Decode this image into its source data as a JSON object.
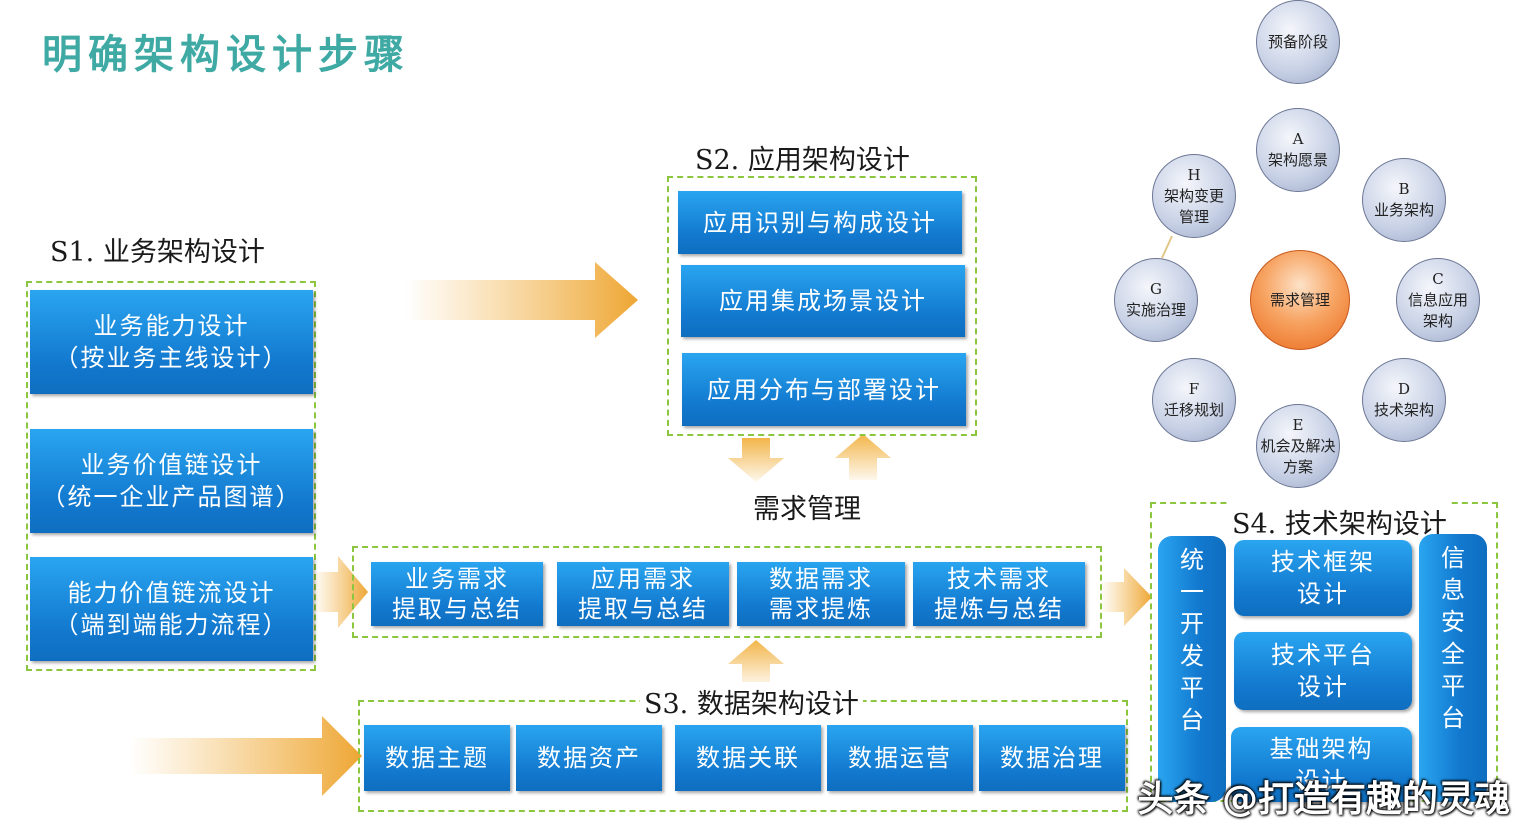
{
  "title": "明确架构设计步骤",
  "s1": {
    "title": "S1. 业务架构设计",
    "boxes": [
      {
        "line1": "业务能力设计",
        "line2": "（按业务主线设计）"
      },
      {
        "line1": "业务价值链设计",
        "line2": "（统一企业产品图谱）"
      },
      {
        "line1": "能力价值链流设计",
        "line2": "（端到端能力流程）"
      }
    ]
  },
  "s2": {
    "title": "S2. 应用架构设计",
    "boxes": [
      "应用识别与构成设计",
      "应用集成场景设计",
      "应用分布与部署设计"
    ]
  },
  "req": {
    "title": "需求管理",
    "boxes": [
      {
        "line1": "业务需求",
        "line2": "提取与总结"
      },
      {
        "line1": "应用需求",
        "line2": "提取与总结"
      },
      {
        "line1": "数据需求",
        "line2": "需求提炼"
      },
      {
        "line1": "技术需求",
        "line2": "提炼与总结"
      }
    ]
  },
  "s3": {
    "title": "S3. 数据架构设计",
    "boxes": [
      "数据主题",
      "数据资产",
      "数据关联",
      "数据运营",
      "数据治理"
    ]
  },
  "s4": {
    "title": "S4. 技术架构设计",
    "left_col": [
      "统",
      "一",
      "开",
      "发",
      "平",
      "台"
    ],
    "right_col": [
      "信",
      "息",
      "安",
      "全",
      "平",
      "台"
    ],
    "boxes": [
      {
        "line1": "技术框架",
        "line2": "设计"
      },
      {
        "line1": "技术平台",
        "line2": "设计"
      },
      {
        "line1": "基础架构",
        "line2": "设计"
      }
    ]
  },
  "cycle": {
    "top": "预备阶段",
    "center": "需求管理",
    "A": {
      "letter": "A",
      "label": "架构愿景"
    },
    "B": {
      "letter": "B",
      "label": "业务架构"
    },
    "C": {
      "letter": "C",
      "line1": "信息应用",
      "line2": "架构"
    },
    "D": {
      "letter": "D",
      "label": "技术架构"
    },
    "E": {
      "letter": "E",
      "line1": "机会及解决",
      "line2": "方案"
    },
    "F": {
      "letter": "F",
      "label": "迁移规划"
    },
    "G": {
      "letter": "G",
      "label": "实施治理"
    },
    "H": {
      "letter": "H",
      "line1": "架构变更",
      "line2": "管理"
    }
  },
  "colors": {
    "title": "#3fa9a4",
    "box_blue": "#1279cf",
    "dash_green": "#8cc63f",
    "arrow_orange": "#eeaa3a"
  },
  "watermark": "头条 @打造有趣的灵魂"
}
